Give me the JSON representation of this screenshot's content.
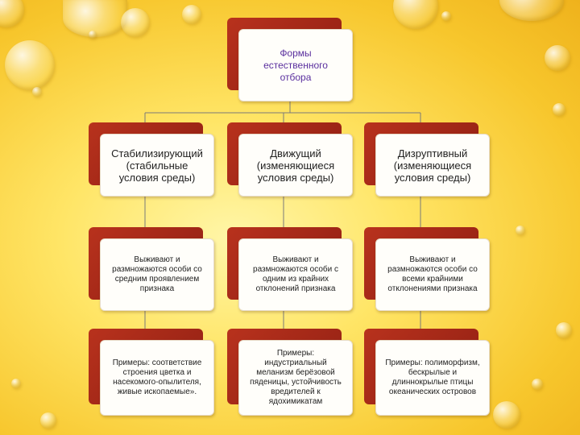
{
  "root": {
    "text": "Формы\nестественного\nотбора"
  },
  "types": [
    {
      "title": "Стабилизирующий",
      "subtitle": "(стабильные\nусловия среды)",
      "color": "#222222"
    },
    {
      "title": "Движущий",
      "subtitle": "(изменяющиеся\nусловия среды)",
      "color": "#2f7a2a"
    },
    {
      "title": "Дизруптивный",
      "subtitle": "(изменяющиеся\nусловия среды)",
      "color": "#6a2fa6"
    }
  ],
  "survival": [
    {
      "text": "Выживают и\nразмножаются особи со\nсредним проявлением\nпризнака"
    },
    {
      "text": "Выживают и\nразмножаются особи с\nодним из крайних\nотклонений признака"
    },
    {
      "text": "Выживают и\nразмножаются особи со\nвсеми крайними\nотклонениями признака"
    }
  ],
  "examples": [
    {
      "text": "Примеры: соответствие\nстроения цветка и\nнасекомого-опылителя,\nживые ископаемые»."
    },
    {
      "text": "Примеры:\nиндустриальный\nмеланизм берёзовой\nпяденицы, устойчивость\nвредителей к\nядохимикатам"
    },
    {
      "text": "Примеры: полиморфизм,\nбескрылые и\nдлиннокрылые птицы\nокеанических островов"
    }
  ]
}
